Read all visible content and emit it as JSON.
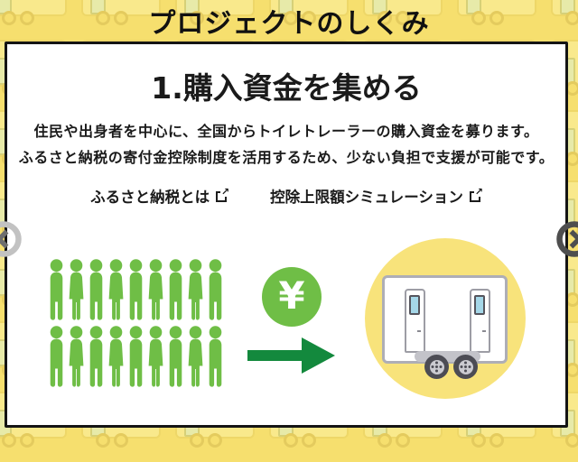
{
  "header": {
    "title": "プロジェクトのしくみ"
  },
  "card": {
    "title": "1.購入資金を集める",
    "body_lines": [
      "住民や出身者を中心に、全国からトイレトレーラーの購入資金を募ります。",
      "ふるさと納税の寄付金控除制度を活用するため、少ない負担で支援が可能です。"
    ],
    "links": [
      {
        "label": "ふるさと納税とは"
      },
      {
        "label": "控除上限額シミュレーション"
      }
    ]
  },
  "icons": {
    "external_link": "↗",
    "yen": "¥",
    "prev": "‹",
    "next": "›"
  },
  "illustration": {
    "people_rows": 2,
    "people_per_row": 9,
    "person_color": "#6fbe46",
    "yen_circle_color": "#6fbe46",
    "arrow_color": "#13893d",
    "highlight_circle_color": "#f8e37b"
  },
  "colors": {
    "page_background": "#f6df6e",
    "pattern_trailer_body": "#f9e98c",
    "pattern_outline": "#eed768",
    "pattern_door": "#e7eaa9",
    "card_border": "#141414",
    "card_background": "#ffffff",
    "text": "#1a1a1a",
    "trailer_outline_gray": "#aeaeb6",
    "door_window_blue": "#a5d7e8",
    "wheel_dark": "#4c4c54",
    "nav_prev_gray": "#c2c2c2",
    "nav_next_gray": "#4e4e4e"
  }
}
